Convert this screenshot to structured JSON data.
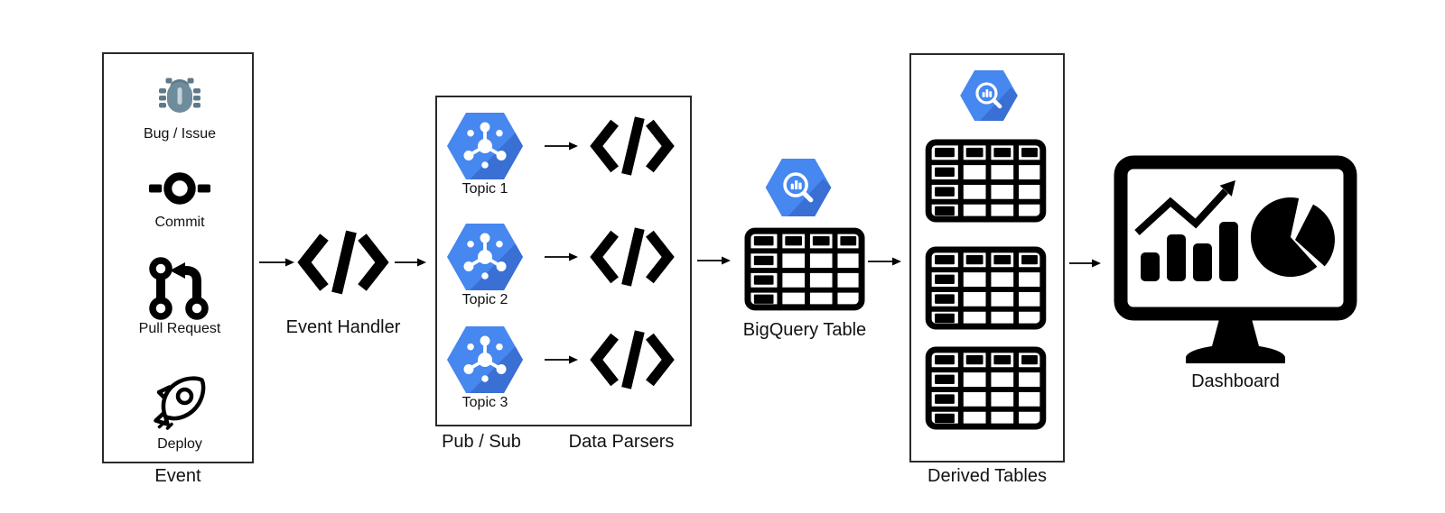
{
  "event": {
    "box_label": "Event",
    "items": [
      {
        "label": "Bug / Issue",
        "icon": "bug-icon"
      },
      {
        "label": "Commit",
        "icon": "git-commit-icon"
      },
      {
        "label": "Pull Request",
        "icon": "git-pull-request-icon"
      },
      {
        "label": "Deploy",
        "icon": "rocket-icon"
      }
    ]
  },
  "event_handler": {
    "label": "Event Handler",
    "icon": "code-icon"
  },
  "pubsub": {
    "box_label": "Pub / Sub",
    "topic_icon": "pubsub-hexagon-icon",
    "topics": [
      {
        "label": "Topic 1"
      },
      {
        "label": "Topic 2"
      },
      {
        "label": "Topic 3"
      }
    ]
  },
  "data_parsers": {
    "label": "Data Parsers",
    "icon": "code-icon"
  },
  "bigquery": {
    "label": "BigQuery Table",
    "icons": [
      "bigquery-hexagon-icon",
      "table-grid-icon"
    ]
  },
  "derived_tables": {
    "label": "Derived Tables",
    "icons": [
      "bigquery-hexagon-icon",
      "table-grid-icon",
      "table-grid-icon",
      "table-grid-icon"
    ]
  },
  "dashboard": {
    "label": "Dashboard",
    "icon": "dashboard-monitor-icon"
  },
  "colors": {
    "gcp_blue": "#4687F0",
    "gcp_blue_shadow": "#3A6FD4",
    "bug_body": "#6E8C9B",
    "bug_dark": "#5E7A89",
    "outline_black": "#000000"
  }
}
